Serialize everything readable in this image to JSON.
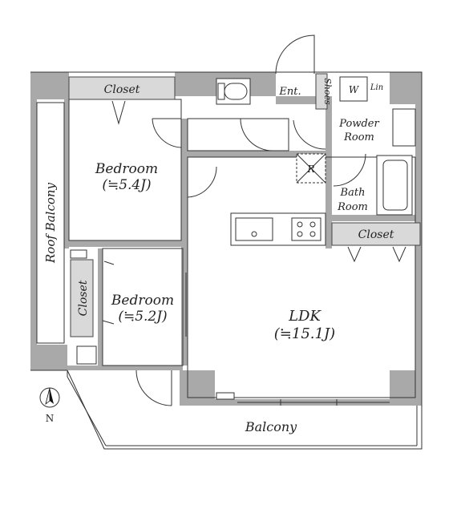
{
  "rooms": {
    "closet_top": "Closet",
    "closet_left": "Closet",
    "closet_right": "Closet",
    "bedroom1_name": "Bedroom",
    "bedroom1_size": "(≒5.4J)",
    "bedroom2_name": "Bedroom",
    "bedroom2_size": "(≒5.2J)",
    "ldk_name": "LDK",
    "ldk_size": "(≒15.1J)",
    "ent": "Ent.",
    "shoes": "Shoes",
    "washer": "W",
    "linen": "Lin",
    "powder_1": "Powder",
    "powder_2": "Room",
    "bath_1": "Bath",
    "bath_2": "Room",
    "refrigerator": "R",
    "roof_balcony": "Roof Balcony",
    "balcony": "Balcony",
    "north": "N"
  },
  "icons": {
    "north_arrow": "north-arrow-icon"
  },
  "colors": {
    "wall": "#a9a9a9",
    "closet_fill": "#d9d9d9"
  }
}
